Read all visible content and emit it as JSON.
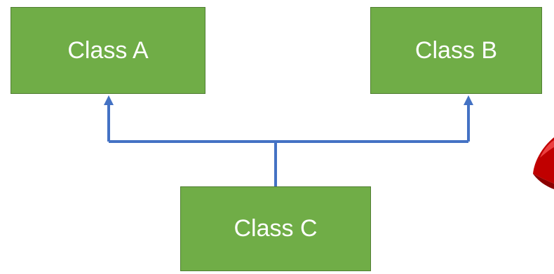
{
  "diagram": {
    "nodes": {
      "a": {
        "label": "Class A"
      },
      "b": {
        "label": "Class B"
      },
      "c": {
        "label": "Class C"
      }
    },
    "edges": [
      {
        "from": "c",
        "to": "a",
        "kind": "inheritance-arrow"
      },
      {
        "from": "c",
        "to": "b",
        "kind": "inheritance-arrow"
      }
    ],
    "colors": {
      "node_fill": "#70ad47",
      "node_border": "#507e32",
      "node_text": "#ffffff",
      "connector": "#4472c4",
      "partial_shape": "#c00000"
    },
    "icons": [
      "red-partial-shape"
    ]
  }
}
